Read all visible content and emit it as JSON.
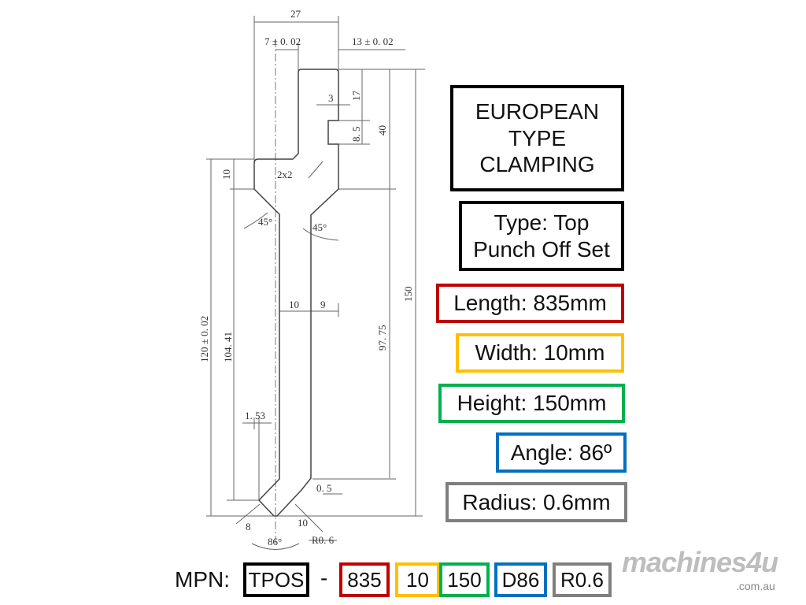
{
  "drawing": {
    "dims": {
      "d27": "27",
      "d7": "7 ± 0. 02",
      "d13": "13 ± 0. 02",
      "d3": "3",
      "d17": "17",
      "d85": "8. 5",
      "d40": "40",
      "d2x2": "2x2",
      "d10a": "10",
      "d45l": "45°",
      "d45r": "45°",
      "d150": "150",
      "d120": "120 ± 0. 02",
      "d10441": "104. 41",
      "d9775": "97. 75",
      "d10b": "10",
      "d9": "9",
      "d153": "1. 53",
      "d05": "0. 5",
      "d8": "8",
      "d86": "86°",
      "d10c": "10",
      "r06": "R0. 6"
    }
  },
  "specs": {
    "title": "EUROPEAN TYPE CLAMPING",
    "type": "Type: Top Punch Off Set",
    "length": "Length: 835mm",
    "width": "Width: 10mm",
    "height": "Height: 150mm",
    "angle": "Angle: 86º",
    "radius": "Radius: 0.6mm"
  },
  "mpn": {
    "label": "MPN:",
    "dash": "-",
    "parts": [
      "TPOS",
      "835",
      "10",
      "150",
      "D86",
      "R0.6"
    ]
  },
  "logo": {
    "name": "machines4u",
    "domain": ".com.au"
  },
  "colors": {
    "black": "#000000",
    "red": "#c00000",
    "yellow": "#ffc000",
    "green": "#00b050",
    "blue": "#0070c0",
    "gray": "#7f7f7f"
  }
}
